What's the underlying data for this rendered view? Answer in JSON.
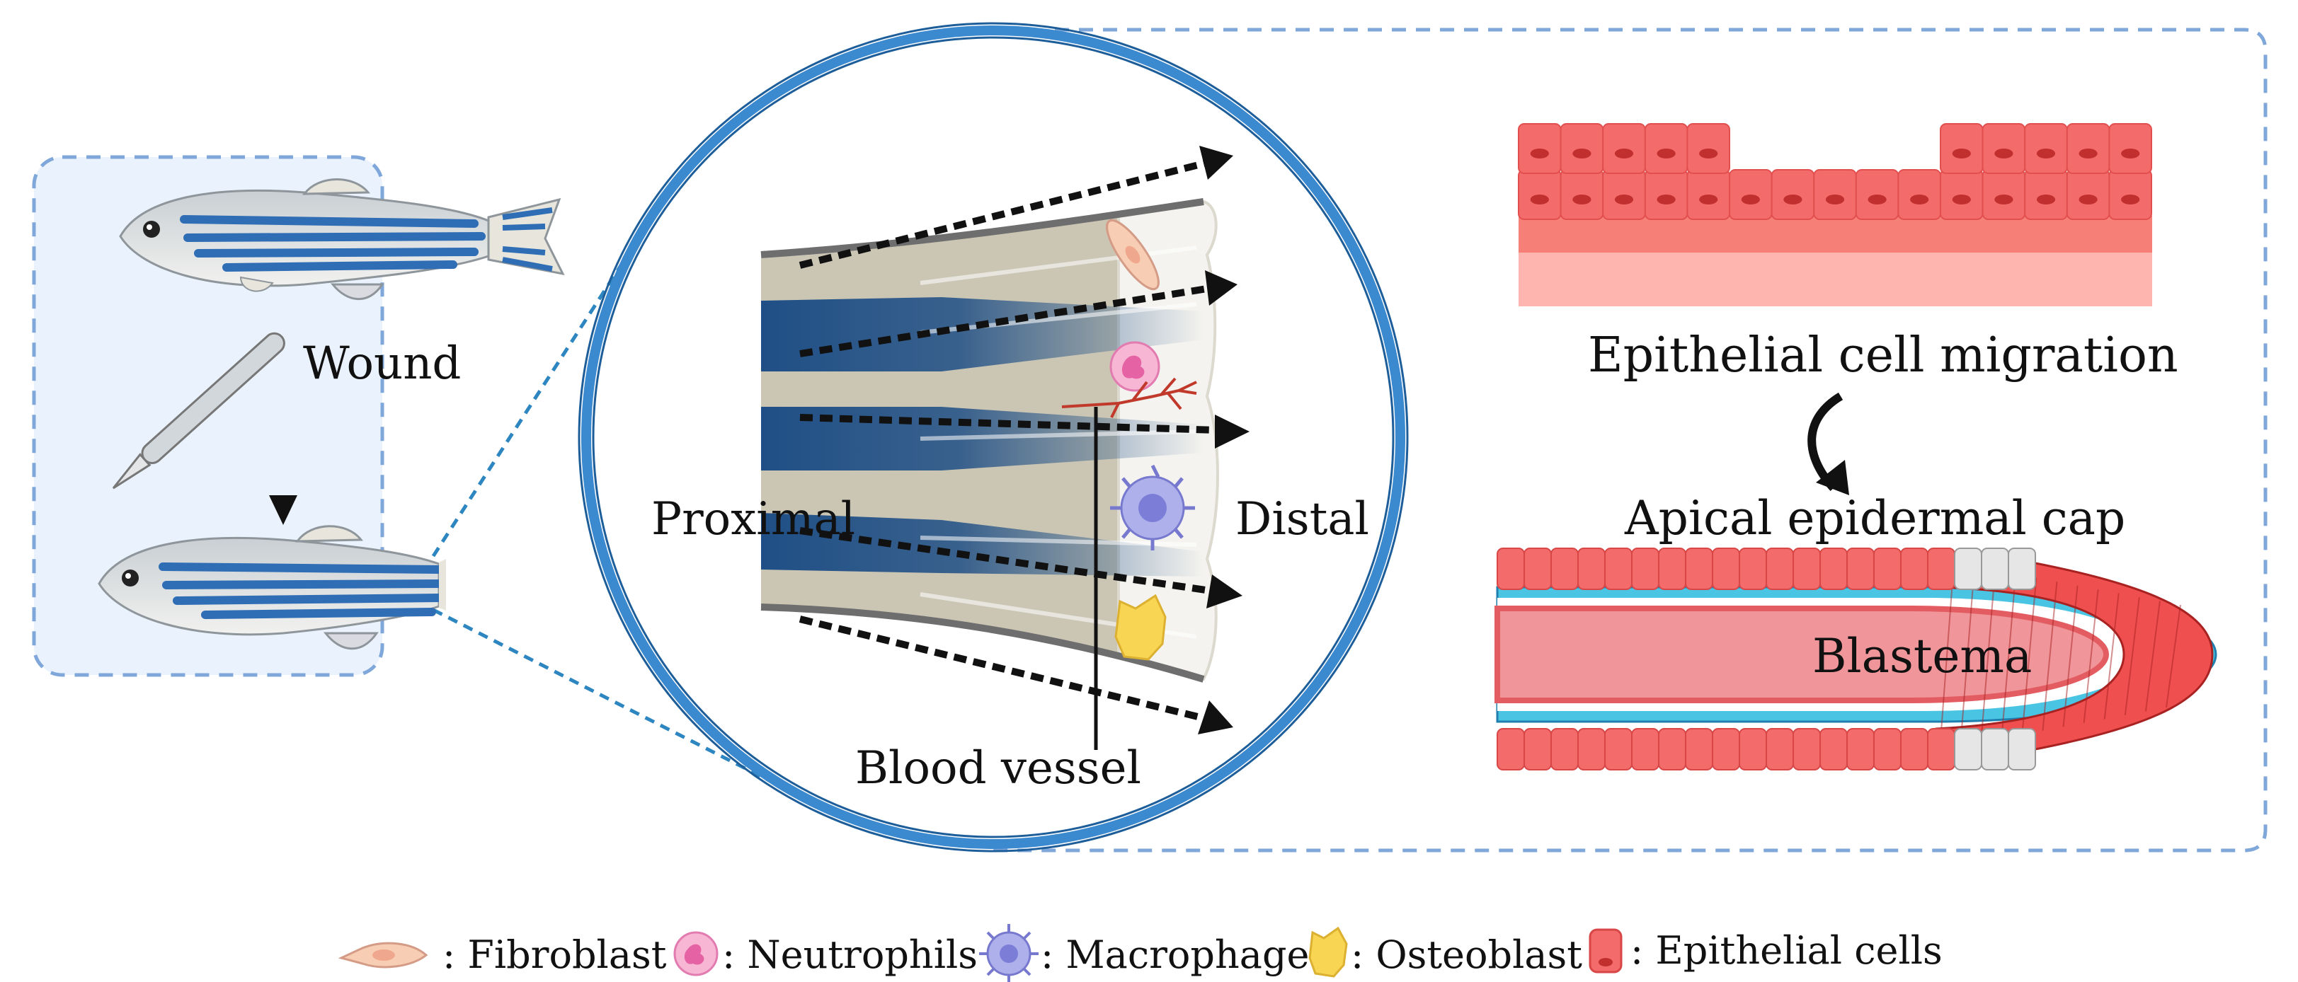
{
  "labels": {
    "wound": "Wound",
    "proximal": "Proximal",
    "distal": "Distal",
    "blood_vessel": "Blood vessel",
    "epithelial_cell_migration": "Epithelial cell migration",
    "apical_epidermal_cap": "Apical epidermal cap",
    "blastema": "Blastema"
  },
  "legend": {
    "fibroblast": ": Fibroblast",
    "neutrophils": ": Neutrophils",
    "macrophage": ": Macrophage",
    "osteoblast": ": Osteoblast",
    "epithelial_cells": ": Epithelial cells"
  },
  "colors": {
    "panel_border": "#7fa7d9",
    "panel_fill": "#eaf3fd",
    "circle_ring": "#3b89cf",
    "fish_stripe": "#2f6db5",
    "fin_blue": "#1f4f86",
    "fin_tan": "#cbc6b4",
    "epithelial_red": "#f06b6b",
    "blastema_pink": "#f0969a",
    "cap_blue": "#49c4e3",
    "fibroblast": "#f7cdb3",
    "neutrophil": "#f59ac4",
    "macrophage": "#9c9de6",
    "osteoblast": "#f8d553"
  },
  "icons": [
    "fish-icon",
    "scalpel-icon",
    "fibroblast-icon",
    "neutrophil-icon",
    "macrophage-icon",
    "osteoblast-icon",
    "epithelial-cell-icon",
    "blood-vessel-icon"
  ]
}
